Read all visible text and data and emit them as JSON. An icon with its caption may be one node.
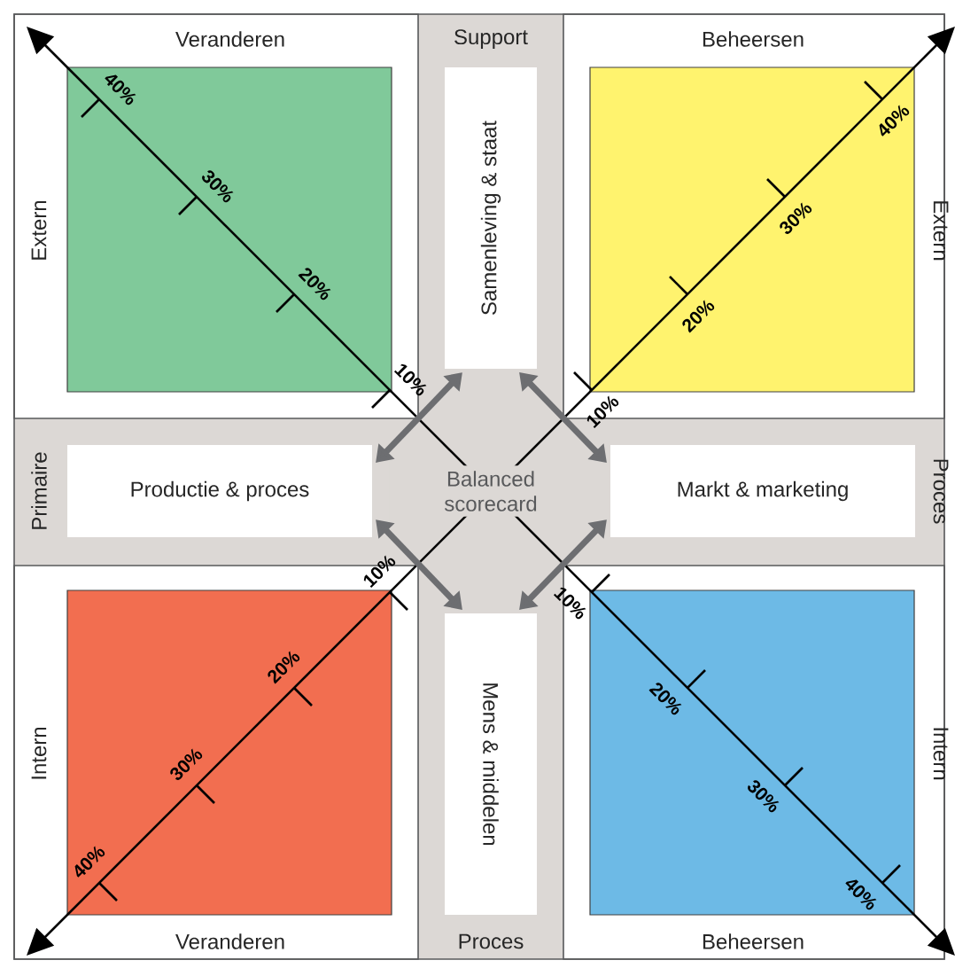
{
  "diagram": {
    "nodes": [
      {
        "text": [
          "Samenleving & staat"
        ]
      },
      {
        "text": [
          "Productie & proces"
        ]
      },
      {
        "text": [
          "Balanced scorecard"
        ]
      },
      {
        "text": [
          "Markt & marketing"
        ]
      },
      {
        "text": [
          "Mens & middelen"
        ]
      }
    ],
    "edges": [
      {
        "from": 1,
        "to": 0,
        "arrow": "both"
      },
      {
        "from": 0,
        "to": 3,
        "arrow": "both"
      },
      {
        "from": 3,
        "to": 4,
        "arrow": "both"
      },
      {
        "from": 4,
        "to": 1,
        "arrow": "both"
      }
    ],
    "labels": [
      "Veranderen",
      "Support",
      "Beheersen",
      "Extern",
      "Extern",
      "10%",
      "20%",
      "30%",
      "40%",
      "10%",
      "20%",
      "30%",
      "40%",
      "Primaire",
      "Proces",
      "Intern",
      "Intern",
      "10%",
      "20%",
      "30%",
      "40%",
      "10%",
      "20%",
      "30%",
      "40%",
      "Veranderen",
      "Proces",
      "Beheersen"
    ]
  }
}
